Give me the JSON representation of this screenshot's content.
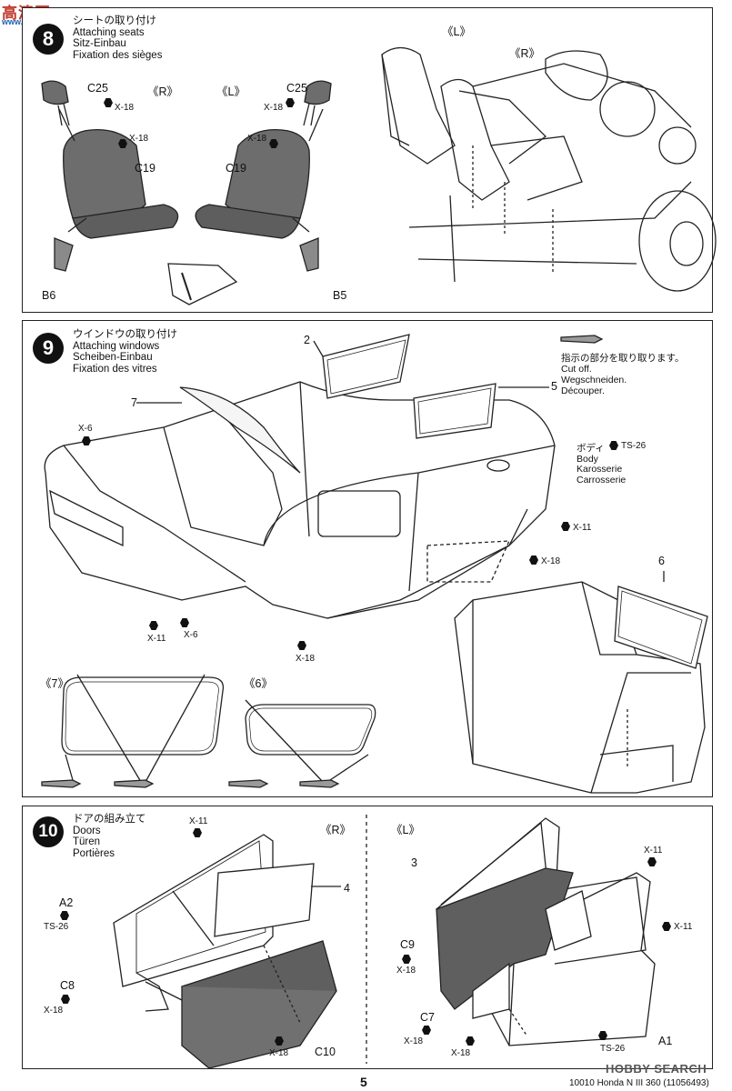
{
  "watermark_top": {
    "logo": "高清网",
    "url": "www.xxx.com.cn"
  },
  "step8": {
    "number": "8",
    "title_jp": "シートの取り付け",
    "title_en": "Attaching seats",
    "title_de": "Sitz-Einbau",
    "title_fr": "Fixation des sièges",
    "label_r": "《R》",
    "label_l": "《L》",
    "label_l2": "《L》",
    "label_r2": "《R》",
    "c25_left": "C25",
    "c25_right": "C25",
    "c19_left": "C19",
    "c19_right": "C19",
    "b6": "B6",
    "b5": "B5",
    "x18_a": "X-18",
    "x18_b": "X-18",
    "x18_c": "X-18",
    "x18_d": "X-18"
  },
  "step9": {
    "number": "9",
    "title_jp": "ウインドウの取り付け",
    "title_en": "Attaching windows",
    "title_de": "Scheiben-Einbau",
    "title_fr": "Fixation des vitres",
    "part2": "2",
    "part5": "5",
    "part6": "6",
    "part7": "7",
    "note_jp": "指示の部分を取り取ります。",
    "note_en": "Cut off.",
    "note_de": "Wegschneiden.",
    "note_fr": "Découper.",
    "body_jp": "ボディ",
    "body_en": "Body",
    "body_de": "Karosserie",
    "body_fr": "Carrosserie",
    "ts26": "TS-26",
    "x6_a": "X-6",
    "x6_b": "X-6",
    "x11_a": "X-11",
    "x11_b": "X-11",
    "x18_a": "X-18",
    "x18_b": "X-18",
    "label_7": "《7》",
    "label_6": "《6》"
  },
  "step10": {
    "number": "10",
    "title_jp": "ドアの組み立て",
    "title_en": "Doors",
    "title_de": "Türen",
    "title_fr": "Portières",
    "label_r": "《R》",
    "label_l": "《L》",
    "x11_a": "X-11",
    "x11_b": "X-11",
    "x11_c": "X-11",
    "part4": "4",
    "part3": "3",
    "a2": "A2",
    "ts26_a": "TS-26",
    "ts26_b": "TS-26",
    "c8": "C8",
    "x18_a": "X-18",
    "x18_b": "X-18",
    "c10": "C10",
    "c9": "C9",
    "x18_c": "X-18",
    "c7": "C7",
    "x18_d": "X-18",
    "x18_e": "X-18",
    "a1": "A1"
  },
  "footer": {
    "page": "5",
    "code": "10010 Honda N III 360 (11056493)",
    "watermark": "HOBBY SEARCH"
  }
}
